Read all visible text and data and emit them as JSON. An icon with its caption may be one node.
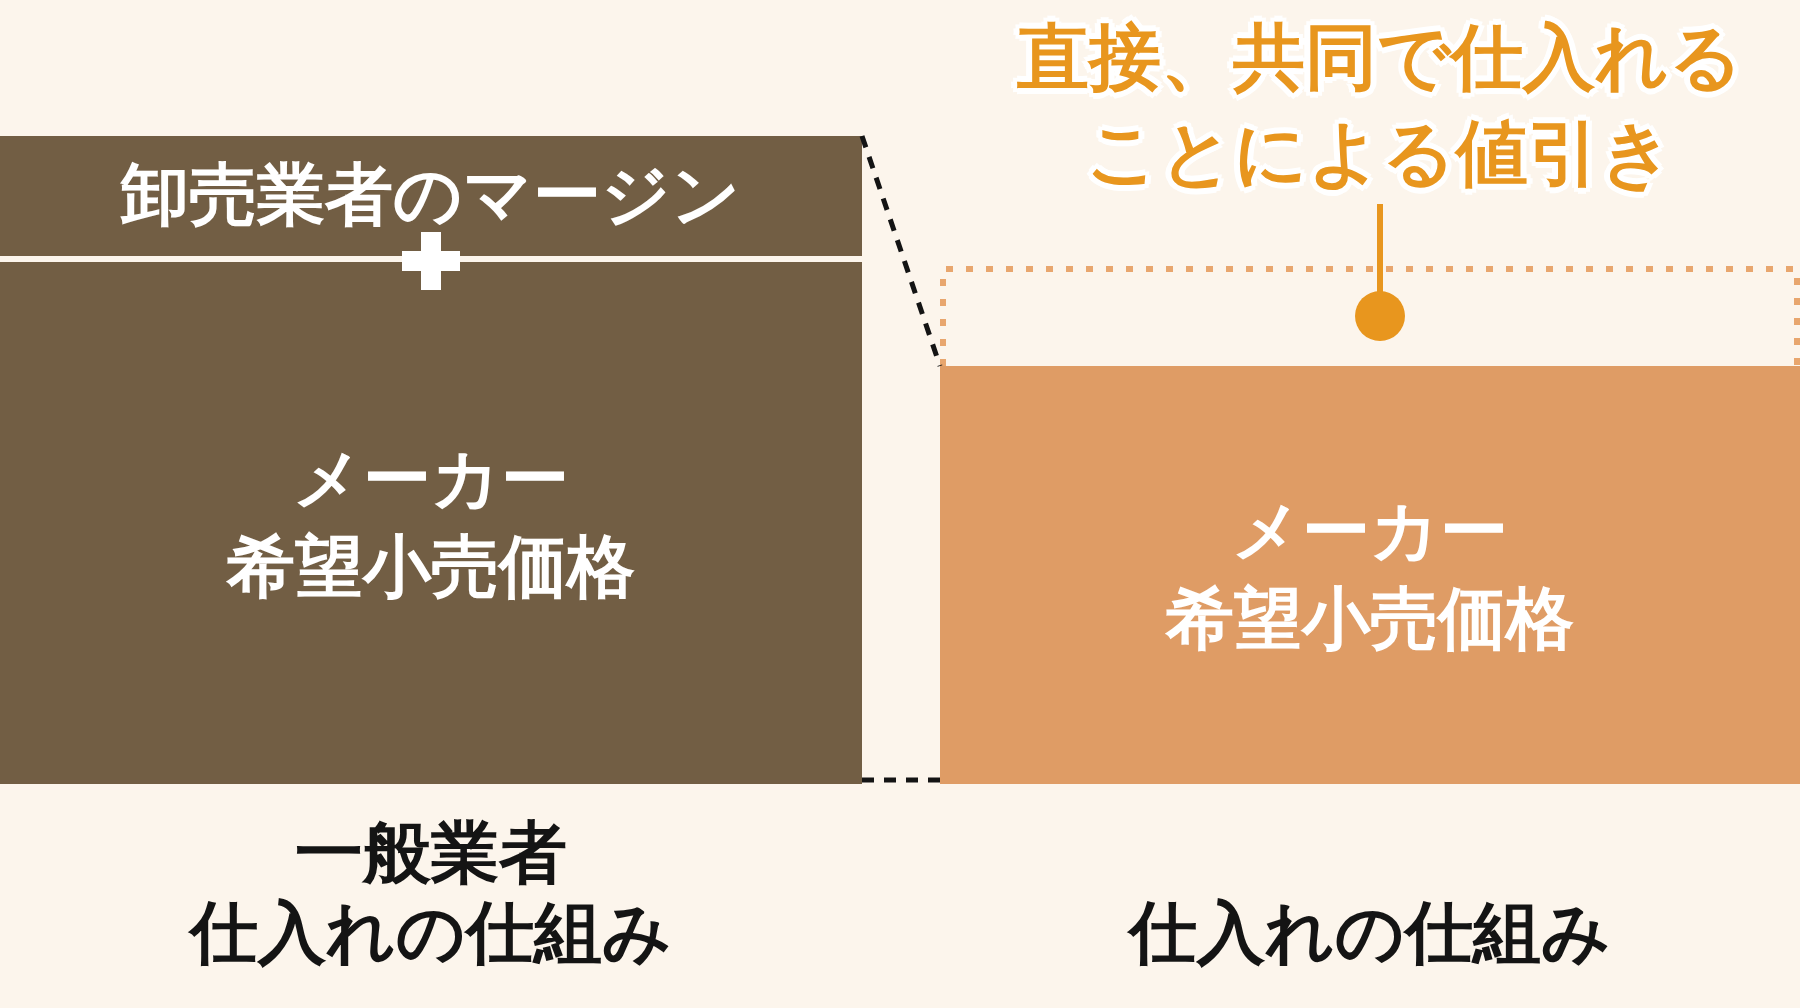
{
  "diagram": {
    "nodes": [
      {
        "text": [
          "卸売業者のマージン"
        ]
      },
      {
        "text": [
          "メーカー希望小売価格"
        ]
      },
      {
        "text": [
          "直接、共同で仕入れることによる値引き"
        ]
      },
      {
        "text": [],
        "shape": "box"
      },
      {
        "text": [
          "メーカー希望小売価格"
        ]
      }
    ],
    "edges": [
      {
        "from": 0,
        "to": 4,
        "arrow": "none",
        "style": "dashed"
      },
      {
        "from": 1,
        "to": 4,
        "arrow": "none",
        "style": "dashed"
      },
      {
        "from": 2,
        "to": 3,
        "arrow": "other",
        "color": "#e8961e"
      }
    ],
    "labels": [
      "一般業者仕入れの仕組み",
      "仕入れの仕組み"
    ]
  }
}
